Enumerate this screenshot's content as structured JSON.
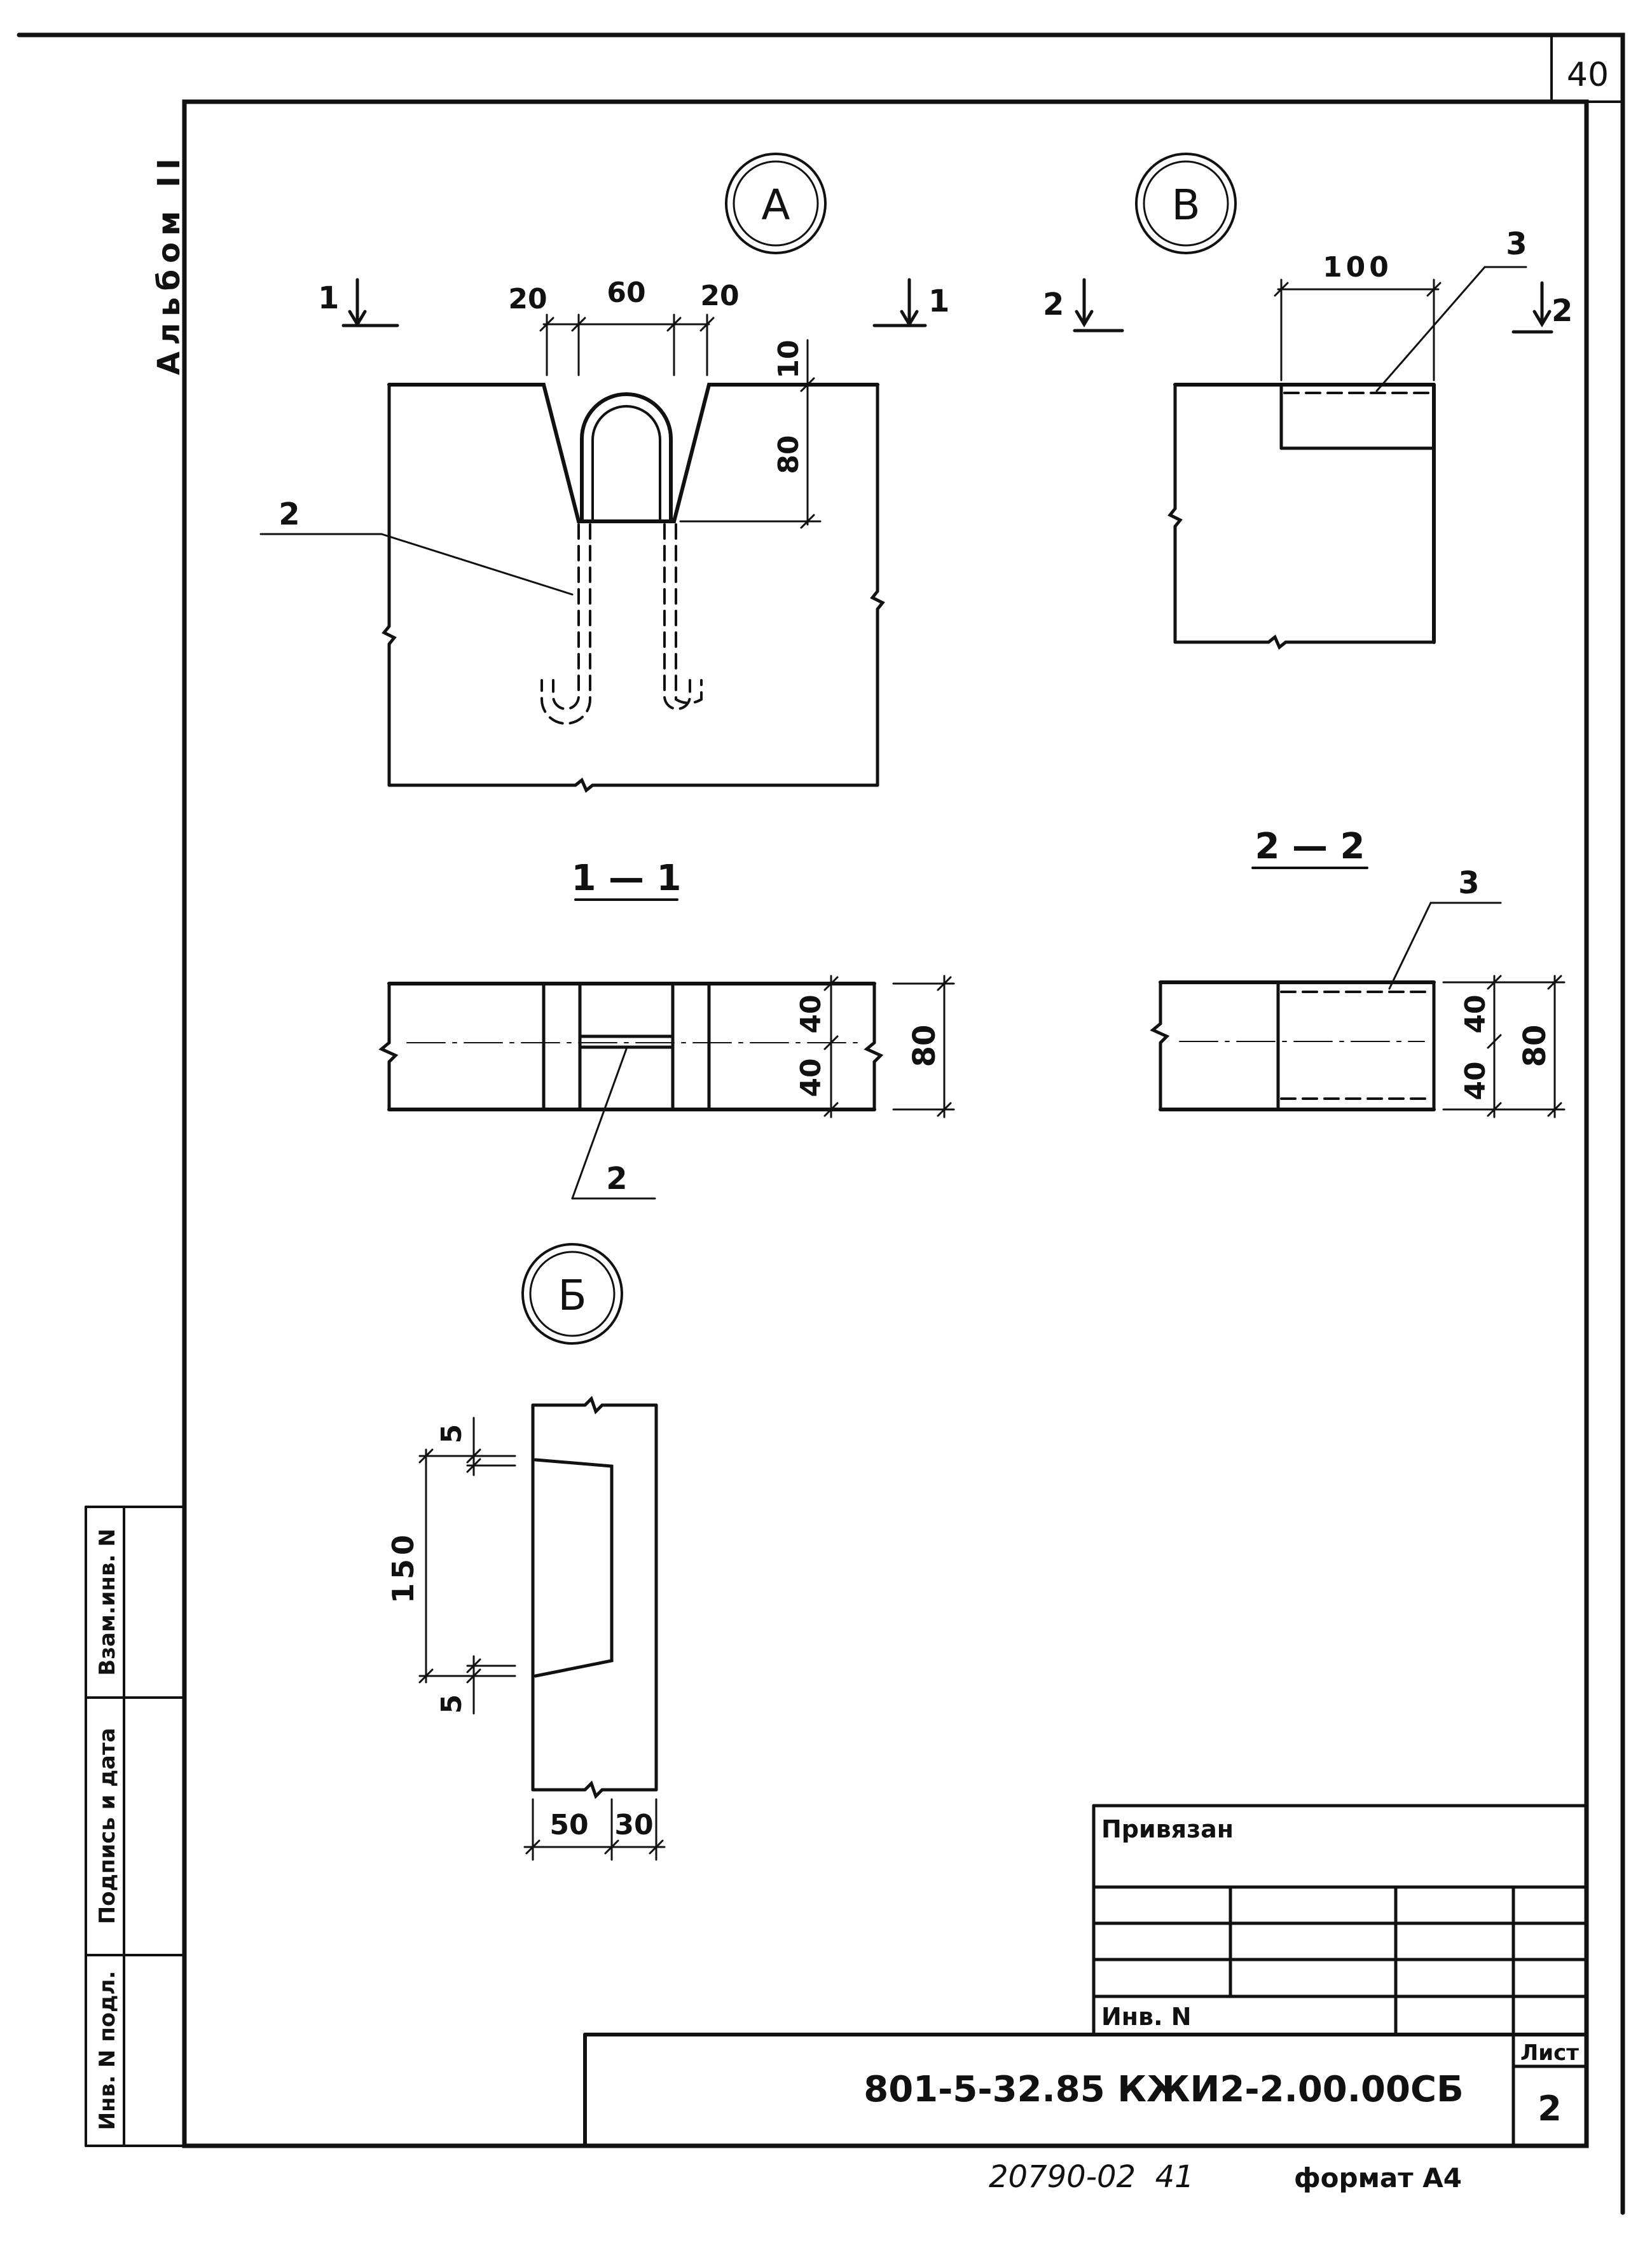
{
  "sheet_number": "40",
  "album_label": "Альбом II",
  "node_a": {
    "marker": "А",
    "dims": {
      "left": "20",
      "middle": "60",
      "right": "20",
      "top": "10",
      "depth": "80"
    },
    "cut_left": "1",
    "cut_right": "1",
    "leader": "2"
  },
  "node_v": {
    "marker": "В",
    "dims": {
      "width": "100"
    },
    "cut_left": "2",
    "cut_right": "2",
    "leader": "3"
  },
  "section_1": {
    "title": "1 — 1",
    "dims": {
      "upper": "40",
      "lower": "40",
      "total": "80"
    },
    "leader": "2"
  },
  "section_2": {
    "title": "2 — 2",
    "dims": {
      "upper": "40",
      "lower": "40",
      "total": "80"
    },
    "leader": "3"
  },
  "node_b": {
    "marker": "Б",
    "dims": {
      "top_gap": "5",
      "height": "150",
      "bottom_gap": "5",
      "width_a": "50",
      "width_b": "30"
    }
  },
  "side_stamp": {
    "replace": "Взам.инв. N",
    "sign_date": "Подпись и дата",
    "original": "Инв. N подл."
  },
  "stamp": {
    "attached": "Привязан",
    "inv": "Инв. N",
    "code": "801-5-32.85 КЖИ2-2.00.00СБ",
    "sheet_label": "Лист",
    "sheet_value": "2"
  },
  "footer": {
    "handwritten": "20790-02  41",
    "format": "формат А4"
  }
}
